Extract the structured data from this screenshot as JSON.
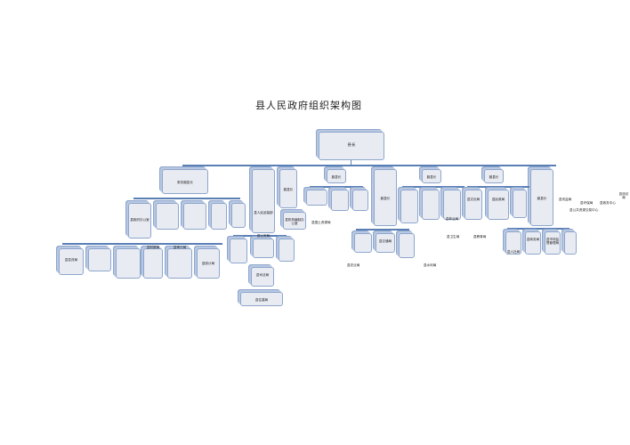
{
  "title": "县人民政府组织架构图",
  "root": {
    "label": "县长"
  },
  "colors": {
    "box_fill": "#e9ebf3",
    "box_border": "#8ea6cc",
    "connector": "#5a7fb5",
    "background": "#ffffff"
  },
  "level1": [
    {
      "label": "常务副县长"
    },
    {
      "label": "县人民武装部"
    },
    {
      "label": "副县长"
    },
    {
      "label": "副县长"
    },
    {
      "label": "副县长"
    },
    {
      "label": "副县长"
    },
    {
      "label": "副县长"
    },
    {
      "label": "副县长"
    }
  ],
  "level2_labels": {
    "a": "县政府办公室",
    "b": "县发改局",
    "c": "县财政局",
    "d": "县审计局",
    "e": "县统计局",
    "f": "县机构编制办公室",
    "g": "县公安局",
    "h": "县司法局",
    "i": "县住建局",
    "j": "县国土资源局",
    "k": "县交通局",
    "l": "县农业局",
    "m": "县水利局",
    "n": "县林业局",
    "o": "县卫生局",
    "p": "县教育局",
    "q": "县文化局",
    "r": "县民政局",
    "s": "县人社局",
    "t": "县商务局",
    "u": "县市场监督管理局",
    "v": "县安监局",
    "w": "县环保局",
    "x": "县政务中心",
    "y": "县信访局",
    "z": "县公共资源交易中心"
  }
}
